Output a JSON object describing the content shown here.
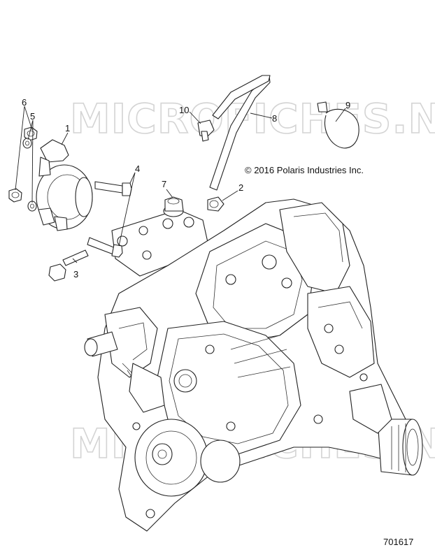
{
  "copyright": "© 2016 Polaris Industries Inc.",
  "diagram_number": "701617",
  "watermark": "MICROFICHES.NET",
  "callouts": [
    "1",
    "2",
    "3",
    "4",
    "5",
    "6",
    "7",
    "8",
    "9",
    "10"
  ]
}
